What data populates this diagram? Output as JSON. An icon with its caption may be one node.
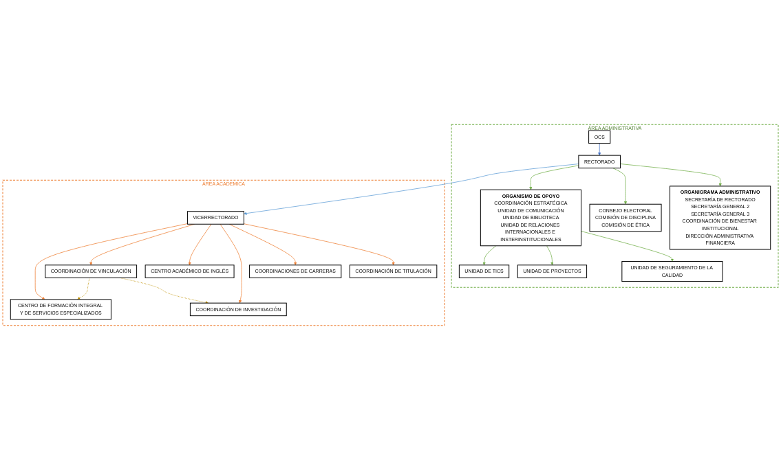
{
  "diagram": {
    "nodes": [
      {
        "text": [
          "ÁREA ADMINISTRATIVA"
        ]
      },
      {
        "text": [
          "ORGANIGRAMA ADMINISTRATIVO",
          "SECRETARÍA DE RECTORADO",
          "SECRETARÍA GENERAL 2",
          "SECRETARÍA GENERAL 3",
          "COORDINACIÓN DE BIENESTAR INSTITUCIONAL",
          "DIRECCIÓN ADMINISTRATIVA FINANCIERA"
        ],
        "in": 0
      },
      {
        "text": [
          "OCS"
        ],
        "in": 0
      },
      {
        "text": [
          "RECTORADO"
        ],
        "in": 0
      },
      {
        "text": [
          "CONSEJO ELECTORAL",
          "COMISIÓN DE DISCIPLINA",
          "COMISIÓN DE ÉTICA"
        ],
        "in": 0
      },
      {
        "text": [
          "ORGANISMO DE OPOYO",
          "COORDINACIÓN ESTRATÉGICA",
          "UNIDAD DE COMUNICACIÓN",
          "UNIDAD DE BIBLIOTECA",
          "UNIDAD DE RELACIONES INTERNACIONALES E INSTERINSTITUCIONALES"
        ],
        "in": 0
      },
      {
        "text": [
          "UNIDAD DE SEGURAMIENTO DE LA CALIDAD"
        ],
        "in": 0
      },
      {
        "text": [
          "UNIDAD DE PROYECTOS"
        ],
        "in": 0
      },
      {
        "text": [
          "UNIDAD DE TICS"
        ],
        "in": 0
      },
      {
        "text": [
          "ÁREA ACADEMICA"
        ]
      },
      {
        "text": [
          "COORDINACIÓN DE TITULACIÓN"
        ],
        "in": 9
      },
      {
        "text": [
          "VICERRECTORADO"
        ],
        "in": 9
      },
      {
        "text": [
          "COORDINACIONES DE CARRERAS"
        ],
        "in": 9
      },
      {
        "text": [
          "COORDINACIÓN DE INVESTIGACIÓN"
        ],
        "in": 9
      },
      {
        "text": [
          "COORDINACIÓN DE VINCULACIÓN"
        ],
        "in": 9
      },
      {
        "text": [
          "CENTRO DE FORMACIÓN INTEGRAL Y DE SERVICIOS ESPECIALIZADOS"
        ],
        "in": 9
      },
      {
        "text": [
          "CENTRO ACADÉMICO DE INGLÉS"
        ],
        "in": 9
      }
    ],
    "edges": [
      {
        "from": 2,
        "to": 3,
        "arrow": "to",
        "color": "#4472c4"
      },
      {
        "from": 3,
        "to": 1,
        "arrow": "to"
      },
      {
        "from": 3,
        "to": 4,
        "arrow": "to"
      },
      {
        "from": 3,
        "to": 5,
        "arrow": "to"
      },
      {
        "from": 5,
        "to": 6,
        "arrow": "to"
      },
      {
        "from": 5,
        "to": 7,
        "arrow": "to"
      },
      {
        "from": 5,
        "to": 8,
        "arrow": "to"
      },
      {
        "from": 3,
        "to": 11,
        "arrow": "to",
        "color": "#5b9bd5"
      },
      {
        "from": 11,
        "to": 10,
        "arrow": "to",
        "color": "#ed7d31"
      },
      {
        "from": 11,
        "to": 12,
        "arrow": "to",
        "color": "#ed7d31"
      },
      {
        "from": 11,
        "to": 13,
        "arrow": "to",
        "color": "#ed7d31"
      },
      {
        "from": 11,
        "to": 16,
        "arrow": "to",
        "color": "#ed7d31"
      },
      {
        "from": 11,
        "to": 14,
        "arrow": "to",
        "color": "#ed7d31"
      },
      {
        "from": 11,
        "to": 15,
        "arrow": "to",
        "color": "#ed7d31"
      },
      {
        "from": 14,
        "to": 13,
        "arrow": "to",
        "style": "dashed",
        "color": "#bf9000"
      },
      {
        "from": 14,
        "to": 15,
        "arrow": "to",
        "style": "dashed",
        "color": "#bf9000"
      }
    ]
  }
}
